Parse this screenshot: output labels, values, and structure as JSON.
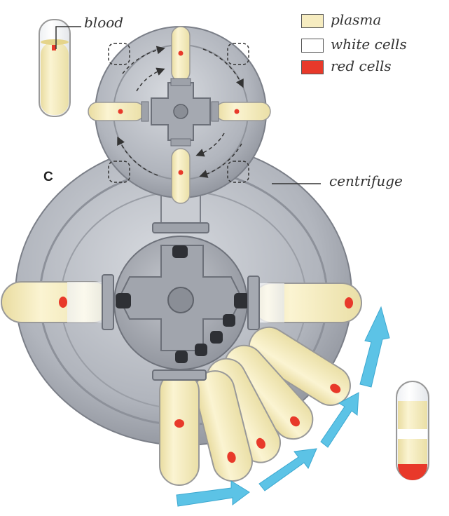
{
  "panel_letter": "C",
  "labels": {
    "blood": "blood",
    "centrifuge": "centrifuge"
  },
  "legend": [
    {
      "label": "plasma",
      "color": "#f6ecc0"
    },
    {
      "label": "white cells",
      "color": "#ffffff"
    },
    {
      "label": "red cells",
      "color": "#e8392a"
    }
  ],
  "colors": {
    "plasma": "#f6ecc0",
    "red_cells": "#e8392a",
    "white_cells": "#ffffff",
    "metal": "#a9adb6",
    "metal_dark": "#7e838c",
    "metal_light": "#d4d7dd",
    "arrow": "#5cc3e6"
  }
}
